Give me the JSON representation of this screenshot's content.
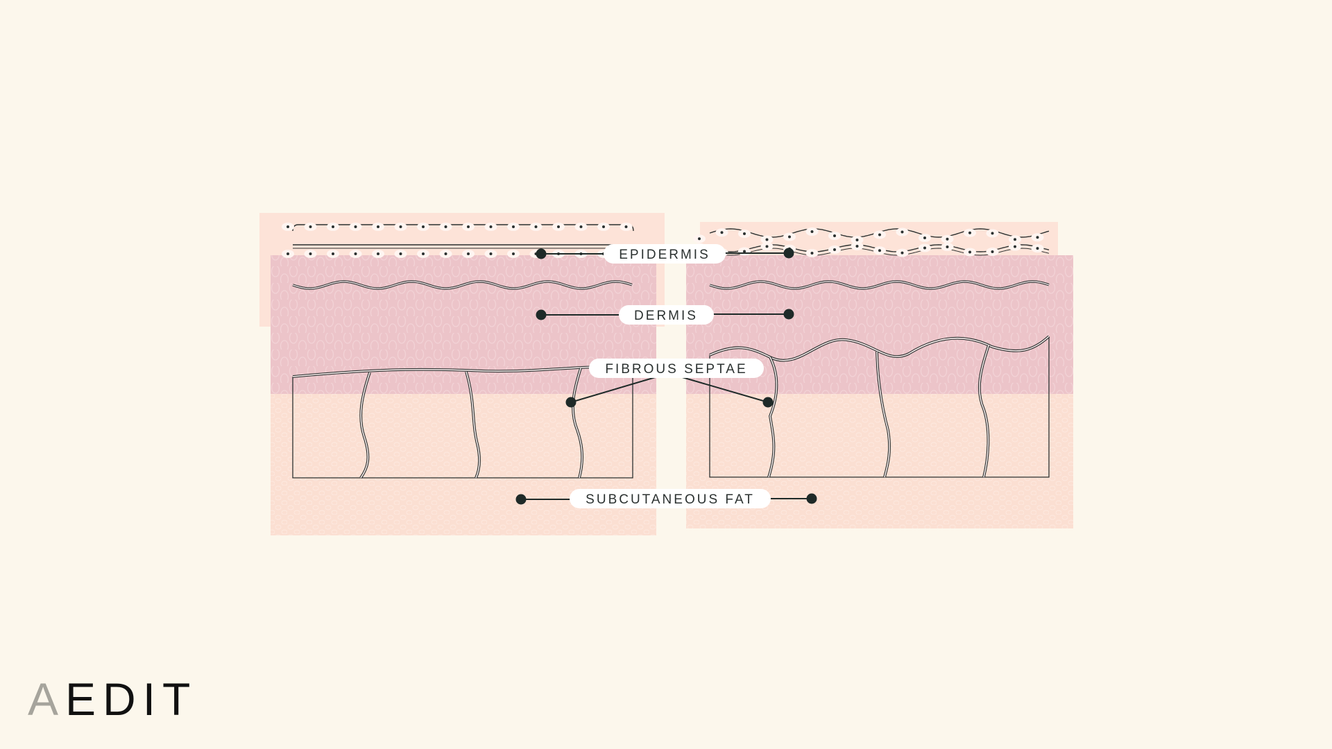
{
  "colors": {
    "background": "#fcf7ec",
    "panel_peach": "#fde3d8",
    "dermis_pink": "#ecc4c9",
    "fat_peach": "#fbdfd2",
    "line_dark": "#2b3130",
    "line_light": "#fffaf6",
    "label_bg": "#ffffff",
    "label_text": "#2b3130",
    "logo_text": "#111111",
    "logo_accent": "#a6a49c"
  },
  "labels": {
    "epidermis": "EPIDERMIS",
    "dermis": "DERMIS",
    "fibrous_septae": "FIBROUS SEPTAE",
    "subcutaneous_fat": "SUBCUTANEOUS FAT"
  },
  "logo": {
    "accent_letter": "A",
    "rest": "EDIT"
  }
}
